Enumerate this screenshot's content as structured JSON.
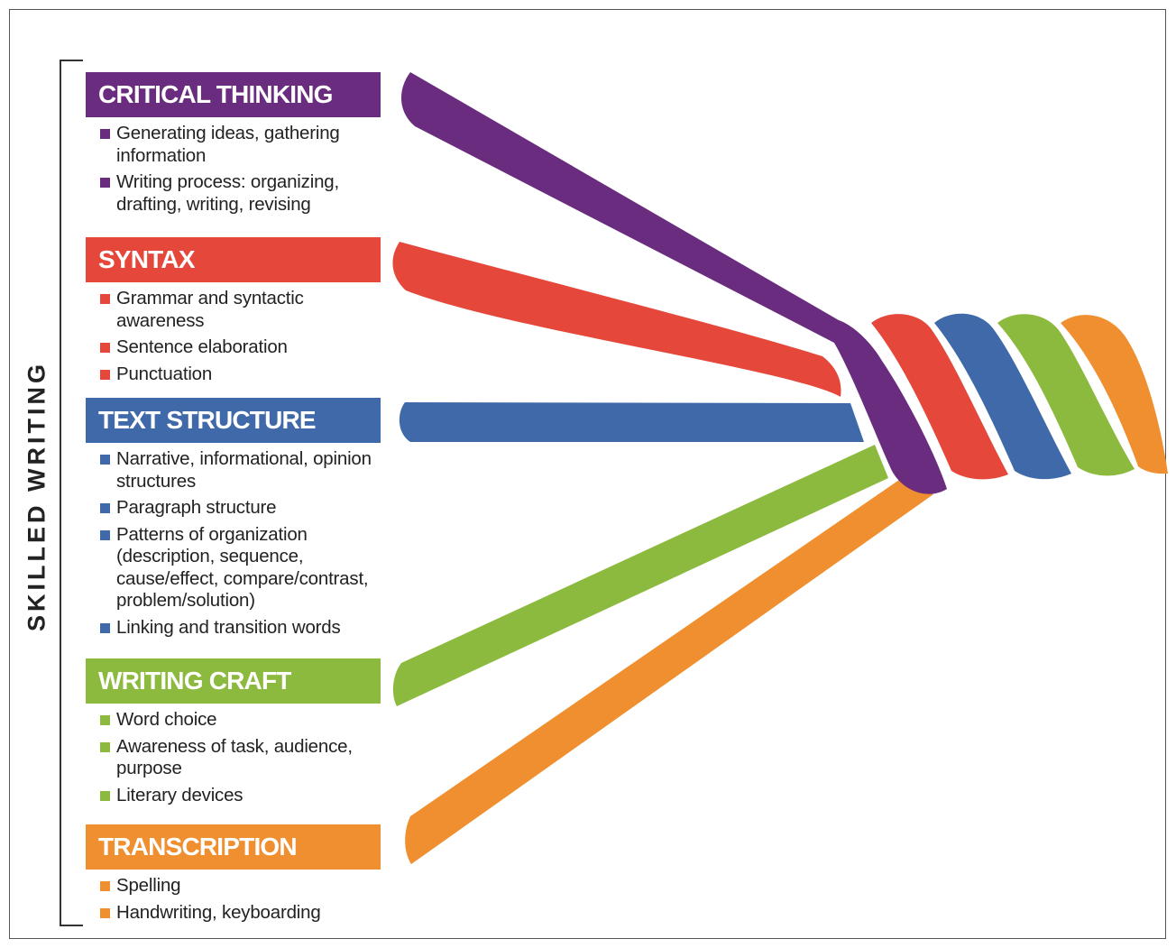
{
  "title": "SKILLED WRITING",
  "colors": {
    "critical_thinking": "#6a2c7e",
    "syntax": "#e5473a",
    "text_structure": "#3f69a8",
    "writing_craft": "#8cba3e",
    "transcription": "#f08f2f"
  },
  "sections": [
    {
      "title": "CRITICAL THINKING",
      "color": "#6a2c7e",
      "items": [
        "Generating ideas, gathering information",
        "Writing process: organizing, drafting, writing, revising"
      ]
    },
    {
      "title": "SYNTAX",
      "color": "#e5473a",
      "items": [
        "Grammar and syntactic awareness",
        "Sentence elaboration",
        "Punctuation"
      ]
    },
    {
      "title": "TEXT STRUCTURE",
      "color": "#3f69a8",
      "items": [
        "Narrative, informational, opinion structures",
        "Paragraph structure",
        "Patterns of organization (description, sequence, cause/effect, compare/contrast, problem/solution)",
        "Linking and transition words"
      ]
    },
    {
      "title": "WRITING CRAFT",
      "color": "#8cba3e",
      "items": [
        "Word choice",
        "Awareness of task, audience, purpose",
        "Literary devices"
      ]
    },
    {
      "title": "TRANSCRIPTION",
      "color": "#f08f2f",
      "items": [
        "Spelling",
        "Handwriting, keyboarding"
      ]
    }
  ]
}
